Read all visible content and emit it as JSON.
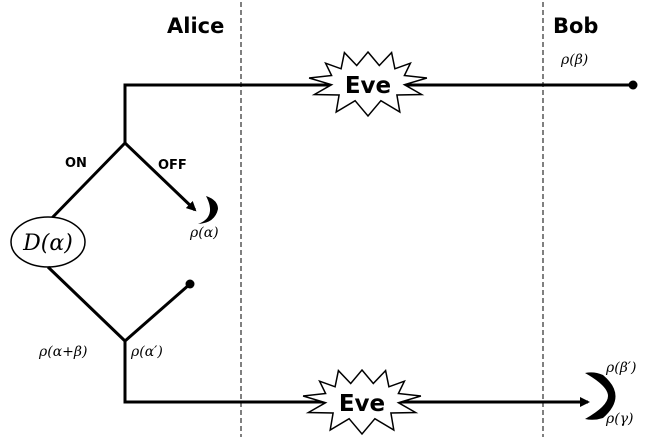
{
  "parties": {
    "alice": "Alice",
    "bob": "Bob",
    "eve_top": "Eve",
    "eve_bottom": "Eve"
  },
  "switch": {
    "on": "ON",
    "off": "OFF"
  },
  "states": {
    "displacement": "D(α)",
    "rho_alpha": "ρ(α)",
    "rho_beta": "ρ(β)",
    "rho_alpha_plus_beta": "ρ(α+β)",
    "rho_alpha_prime": "ρ(α′)",
    "rho_beta_prime": "ρ(β′)",
    "rho_gamma": "ρ(γ)"
  }
}
